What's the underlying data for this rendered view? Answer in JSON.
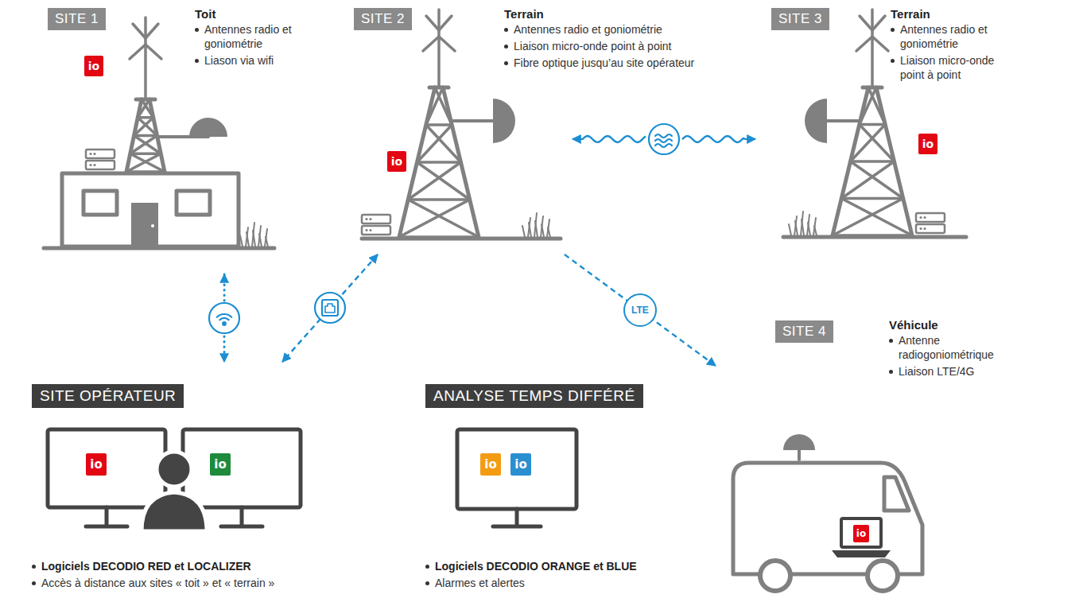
{
  "diagram": {
    "nodes": [
      {
        "text": [
          "SITE 1",
          "Toit",
          "Antennes radio et goniométrie",
          "Liason via wifi"
        ]
      },
      {
        "text": [
          "SITE 2",
          "Terrain",
          "Antennes radio et goniométrie",
          "Liaison micro-onde point à point",
          "Fibre optique jusqu’au site opérateur"
        ]
      },
      {
        "text": [
          "SITE 3",
          "Terrain",
          "Antennes radio et goniométrie",
          "Liaison micro-onde point à point"
        ]
      },
      {
        "text": [
          "SITE 4",
          "Véhicule",
          "Antenne radiogoniométrique",
          "Liaison LTE/4G"
        ]
      },
      {
        "text": [
          "SITE OPÉRATEUR",
          "Logiciels DECODIO RED et LOCALIZER",
          "Accès à distance aux sites « toit » et « terrain »"
        ]
      },
      {
        "text": [
          "ANALYSE TEMPS DIFFÉRÉ",
          "Logiciels DECODIO ORANGE et BLUE",
          "Alarmes et alertes"
        ]
      }
    ],
    "edges": [
      {
        "from": 0,
        "to": 4,
        "arrow": "both"
      },
      {
        "from": 1,
        "to": 4,
        "arrow": "both"
      },
      {
        "from": 1,
        "to": 2,
        "arrow": "both"
      },
      {
        "from": 1,
        "to": 3,
        "arrow": "to",
        "label": "LTE"
      }
    ],
    "labels": [
      "io",
      "io",
      "io",
      "io",
      "io",
      "io",
      "io",
      "io"
    ]
  }
}
